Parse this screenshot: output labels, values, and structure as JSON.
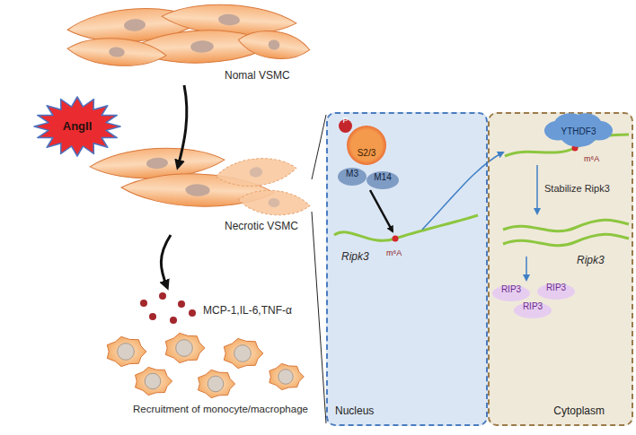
{
  "diagram": {
    "nodes": [
      {
        "text": [
          "AngII"
        ]
      },
      {
        "text": [
          "Nucleus"
        ]
      },
      {
        "text": [
          "S2/3"
        ],
        "in": 1
      },
      {
        "text": [
          "P"
        ],
        "in": 1
      },
      {
        "text": [
          "M3"
        ],
        "in": 1
      },
      {
        "text": [
          "M14"
        ],
        "in": 1
      },
      {
        "text": [
          "Cytoplasm"
        ]
      },
      {
        "text": [
          "YTHDF3"
        ],
        "in": 6
      },
      {
        "text": [
          "RIP3"
        ],
        "in": 6
      },
      {
        "text": [
          "RIP3"
        ],
        "in": 6
      },
      {
        "text": [
          "RIP3"
        ],
        "in": 6
      }
    ],
    "labels": [
      "Nomal VSMC",
      "Necrotic VSMC",
      "MCP-1,IL-6,TNF-α",
      "Recruitment of monocyte/macrophage",
      "m⁶A",
      "Ripk3",
      "m⁶A",
      "Stabilize Ripk3",
      "Ripk3"
    ]
  }
}
